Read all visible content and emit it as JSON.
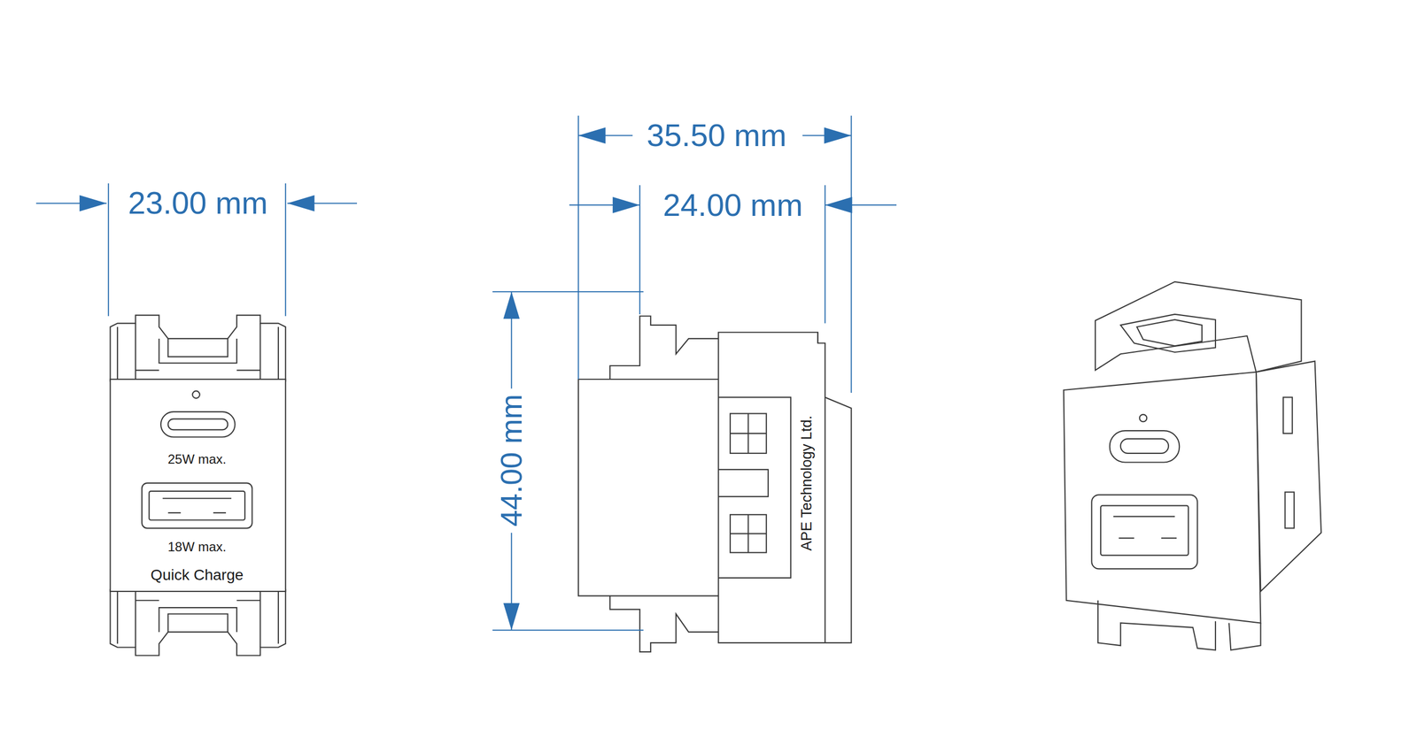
{
  "diagram": {
    "labels": [
      "23.00 mm",
      "35.50 mm",
      "24.00 mm",
      "44.00 mm",
      "25W max.",
      "18W max.",
      "Quick Charge",
      "APE Technology Ltd."
    ]
  }
}
